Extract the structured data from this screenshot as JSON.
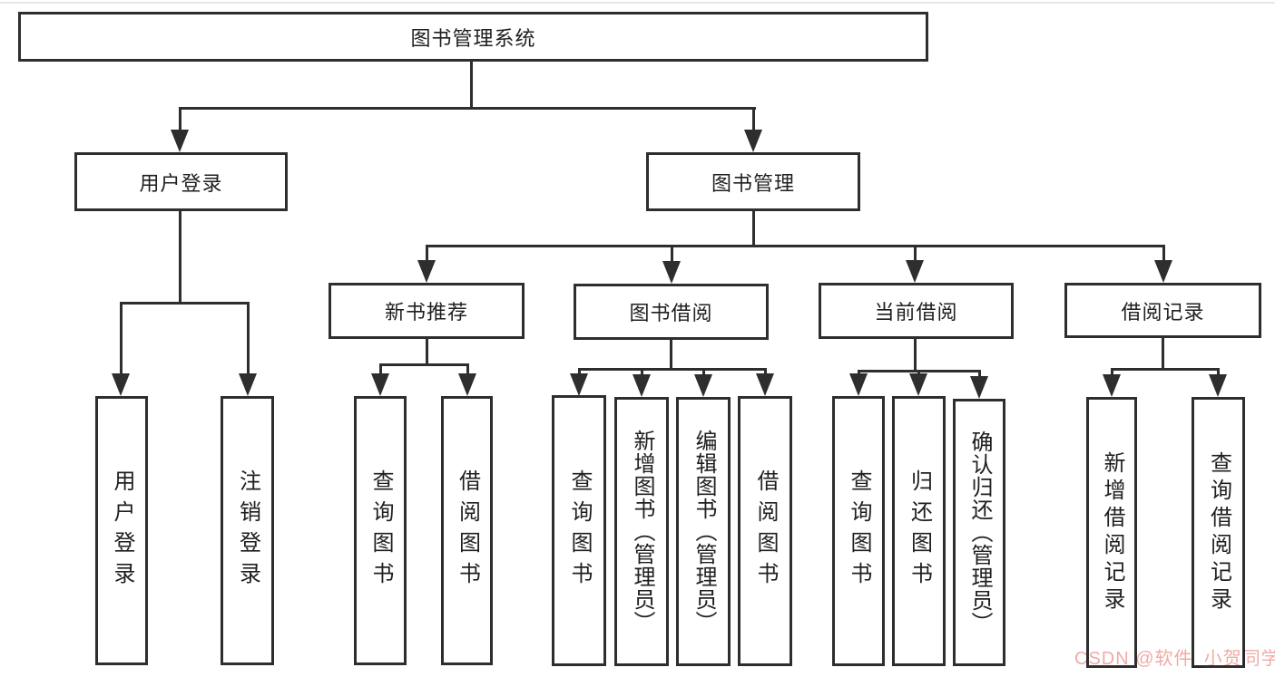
{
  "diagram": {
    "type": "tree",
    "line_color": "#2e2e2e",
    "node_background": "#ffffff",
    "root": {
      "label": "图书管理系统"
    },
    "branches": [
      {
        "label": "用户登录",
        "children": [
          {
            "label": "用户登录"
          },
          {
            "label": "注销登录"
          }
        ]
      },
      {
        "label": "图书管理",
        "children": [
          {
            "label": "新书推荐",
            "children": [
              {
                "label": "查询图书"
              },
              {
                "label": "借阅图书"
              }
            ]
          },
          {
            "label": "图书借阅",
            "children": [
              {
                "label": "查询图书"
              },
              {
                "label": "新增图书（管理员）"
              },
              {
                "label": "编辑图书（管理员）"
              },
              {
                "label": "借阅图书"
              }
            ]
          },
          {
            "label": "当前借阅",
            "children": [
              {
                "label": "查询图书"
              },
              {
                "label": "归还图书"
              },
              {
                "label": "确认归还（管理员）"
              }
            ]
          },
          {
            "label": "借阅记录",
            "children": [
              {
                "label": "新增借阅记录"
              },
              {
                "label": "查询借阅记录"
              }
            ]
          }
        ]
      }
    ],
    "watermark": {
      "text": "CSDN @软件_小贺同学",
      "color": "#f0aba6"
    }
  }
}
